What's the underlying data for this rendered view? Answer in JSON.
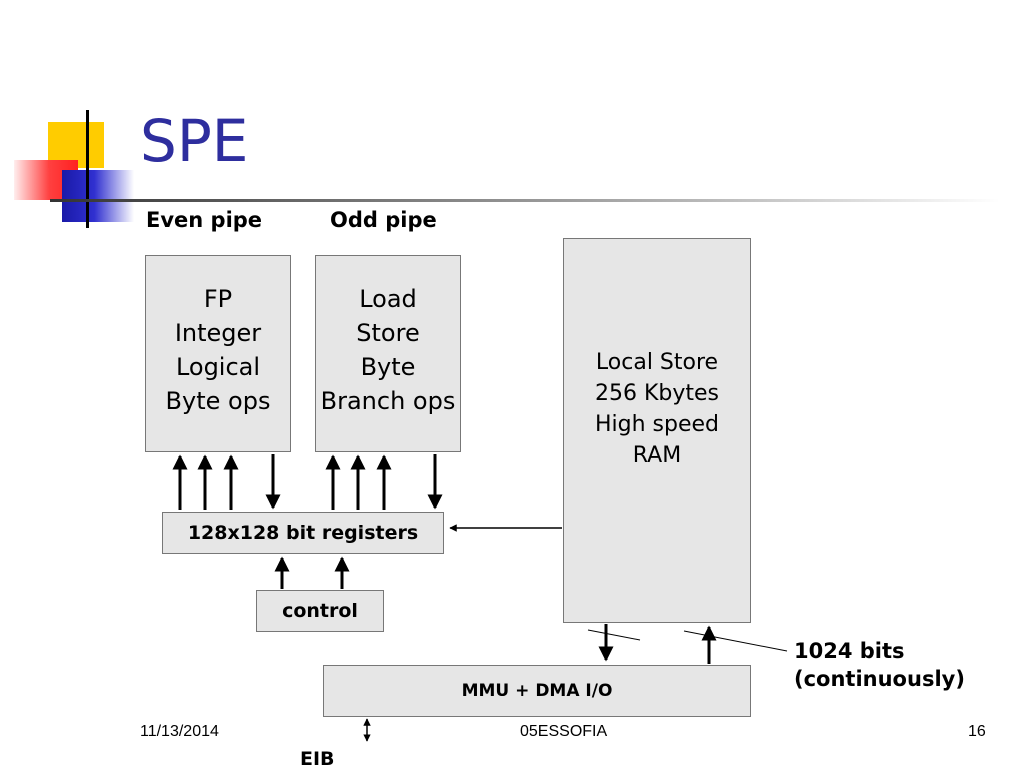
{
  "slide": {
    "title": "SPE",
    "even_pipe_label": "Even pipe",
    "odd_pipe_label": "Odd pipe",
    "even_box_lines": [
      "FP",
      "Integer",
      "Logical",
      "Byte ops"
    ],
    "odd_box_lines": [
      "Load",
      "Store",
      "Byte",
      "Branch ops"
    ],
    "local_store_lines": [
      "Local Store",
      "256 Kbytes",
      "High speed",
      "RAM"
    ],
    "registers_label": "128x128 bit registers",
    "control_label": "control",
    "mmu_label": "MMU + DMA I/O",
    "bus_width_lines": [
      "1024 bits",
      "(continuously)"
    ],
    "eib_label": "EIB"
  },
  "footer": {
    "date": "11/13/2014",
    "source": "05ESSOFIA",
    "page_number": "16"
  }
}
